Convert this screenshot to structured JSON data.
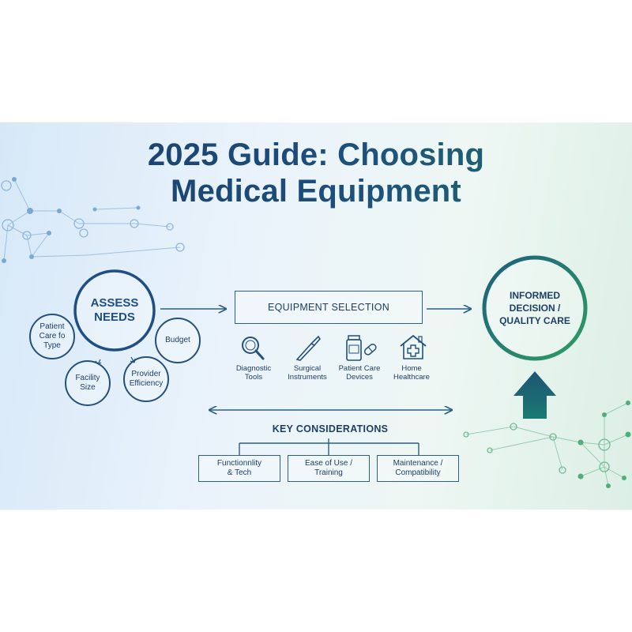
{
  "title": {
    "line1": "2025 Guide: Choosing",
    "line2": "Medical Equipment"
  },
  "assess": {
    "main": [
      "ASSESS",
      "NEEDS"
    ],
    "factors": [
      {
        "lines": [
          "Patient",
          "Care fo",
          "Type"
        ]
      },
      {
        "lines": [
          "Budget"
        ]
      },
      {
        "lines": [
          "Facility",
          "Size"
        ]
      },
      {
        "lines": [
          "Provider",
          "Efficiency"
        ]
      }
    ]
  },
  "selection": {
    "label": "EQUIPMENT SELECTION",
    "items": [
      {
        "icon": "magnifier-icon",
        "lines": [
          "Diagnostic",
          "Tools"
        ]
      },
      {
        "icon": "scalpel-icon",
        "lines": [
          "Surgical",
          "Instruments"
        ]
      },
      {
        "icon": "medicine-bottle-icon",
        "lines": [
          "Patient Care",
          "Devices"
        ]
      },
      {
        "icon": "home-medical-icon",
        "lines": [
          "Home",
          "Healthcare"
        ]
      }
    ]
  },
  "outcome": {
    "lines": [
      "INFORMED",
      "DECISION /",
      "QUALITY CARE"
    ]
  },
  "considerations": {
    "heading": "KEY CONSIDERATIONS",
    "items": [
      {
        "lines": [
          "Functionnlity",
          "& Tech"
        ]
      },
      {
        "lines": [
          "Ease of Use /",
          "Training"
        ]
      },
      {
        "lines": [
          "Maintenance /",
          "Compatibility"
        ]
      }
    ]
  },
  "colors": {
    "navy": "#1d3f66",
    "circle_blue": "#1f4e86",
    "teal": "#1a6b67",
    "green": "#2f9e63",
    "banner_left": "#d6e8f8",
    "banner_right": "#dcefe5"
  }
}
